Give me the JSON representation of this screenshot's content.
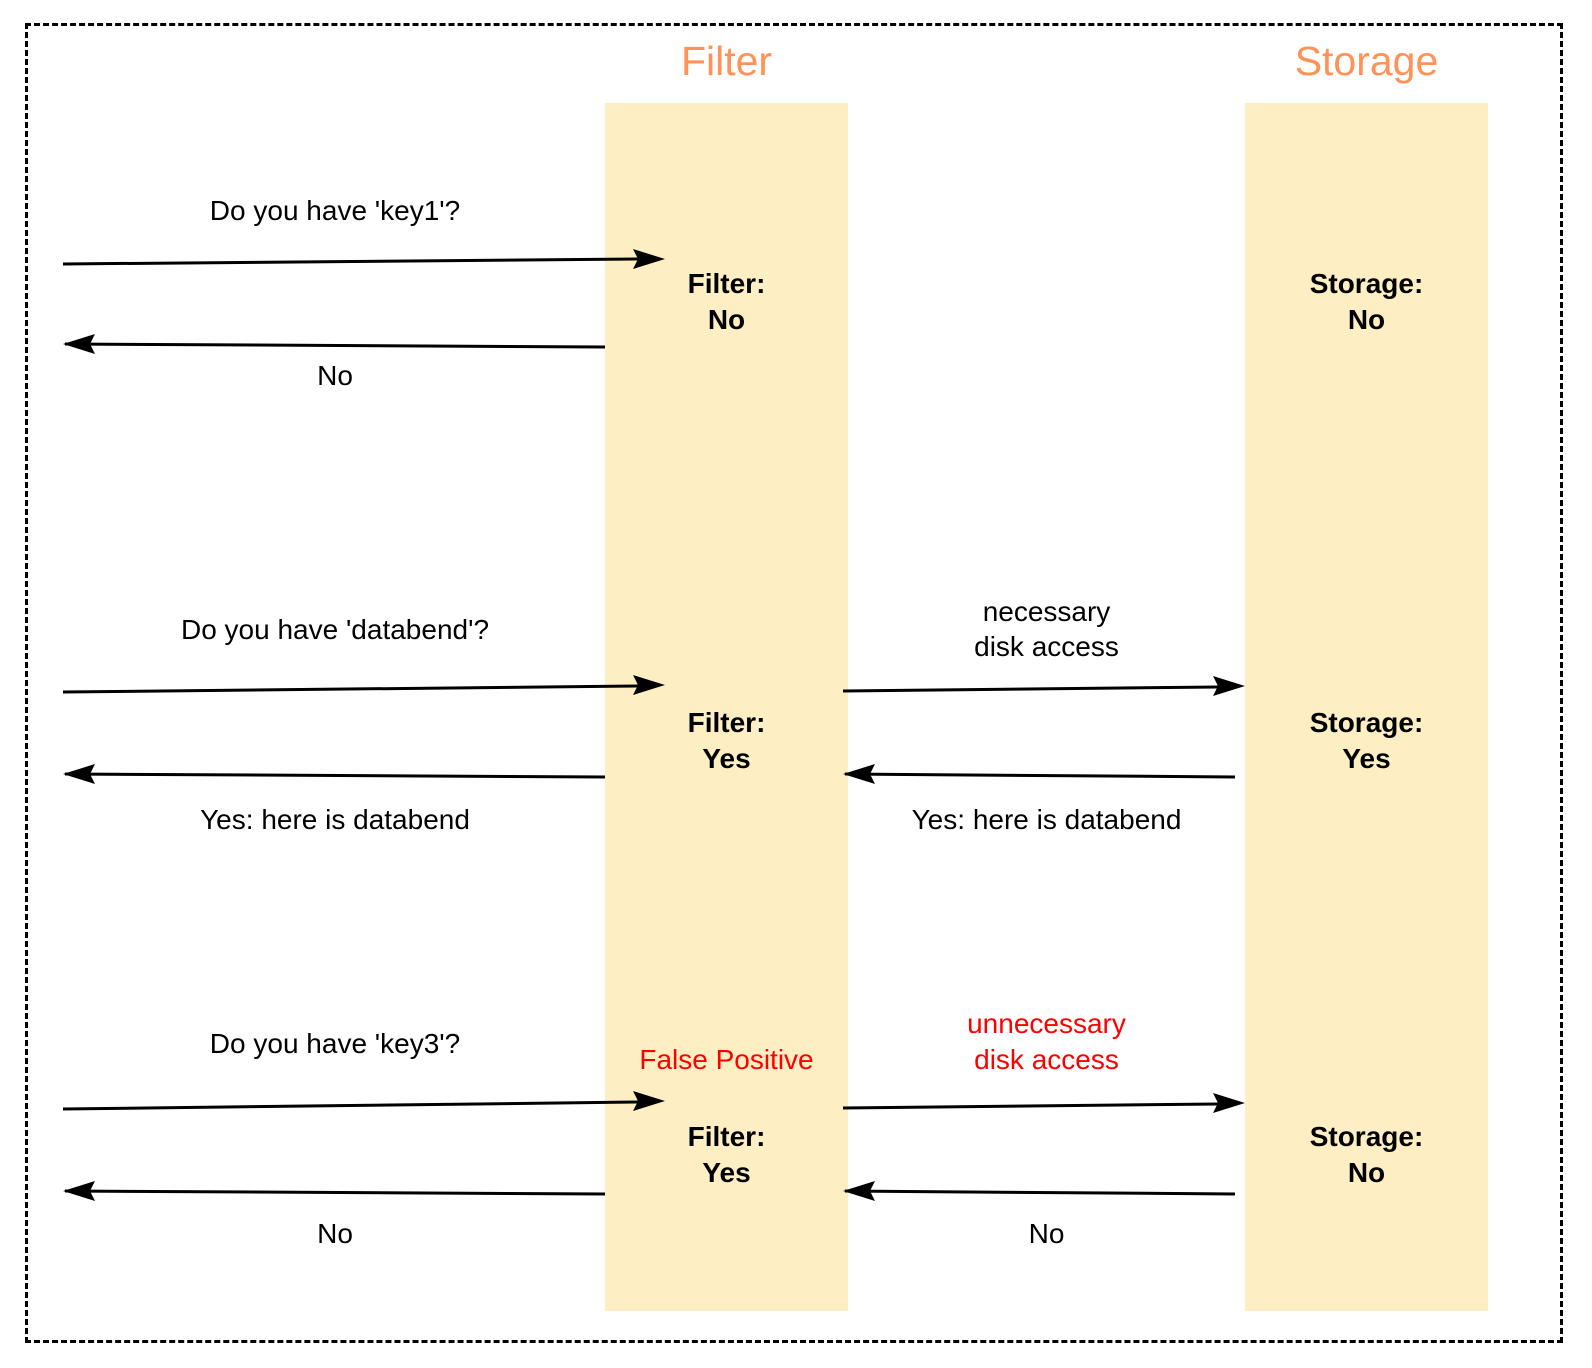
{
  "diagram": {
    "title_filter": "Filter",
    "title_storage": "Storage",
    "accent_color": "#ff9257",
    "band_color": "#fdefc3",
    "alert_color": "#ff0000",
    "line_color": "#000000"
  },
  "lanes": [
    {
      "name": "filter",
      "title": "Filter"
    },
    {
      "name": "storage",
      "title": "Storage"
    }
  ],
  "scenarios": [
    {
      "id": "key1",
      "client_request": "Do you have 'key1'?",
      "client_response": "No",
      "filter_state_label": "Filter:",
      "filter_state_value": "No",
      "storage_state_label": "Storage:",
      "storage_state_value": "No",
      "disk_request": null,
      "disk_response": null,
      "note": null
    },
    {
      "id": "databend",
      "client_request": "Do you have 'databend'?",
      "client_response": "Yes: here is databend",
      "filter_state_label": "Filter:",
      "filter_state_value": "Yes",
      "storage_state_label": "Storage:",
      "storage_state_value": "Yes",
      "disk_request_line1": "necessary",
      "disk_request_line2": "disk access",
      "disk_response": "Yes: here is databend",
      "note": null
    },
    {
      "id": "key3",
      "client_request": "Do you have 'key3'?",
      "client_response": "No",
      "filter_state_label": "Filter:",
      "filter_state_value": "Yes",
      "storage_state_label": "Storage:",
      "storage_state_value": "No",
      "disk_request_line1": "unnecessary",
      "disk_request_line2": "disk access",
      "disk_response": "No",
      "note": "False Positive"
    }
  ]
}
